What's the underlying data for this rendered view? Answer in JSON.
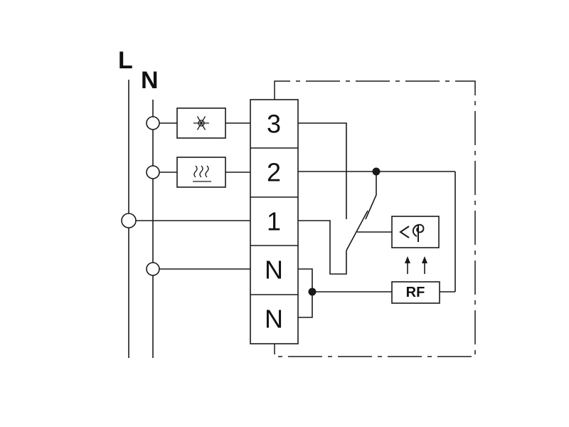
{
  "supply": {
    "line_label": "L",
    "neutral_label": "N"
  },
  "terminals": [
    "3",
    "2",
    "1",
    "N",
    "N"
  ],
  "modules": {
    "rf_label": "RF"
  },
  "icons": {
    "cooling": "snowflake-icon",
    "heating": "heat-waves-icon",
    "sensor": "temperature-sensor-icon",
    "signal": "up-arrows-icon"
  }
}
